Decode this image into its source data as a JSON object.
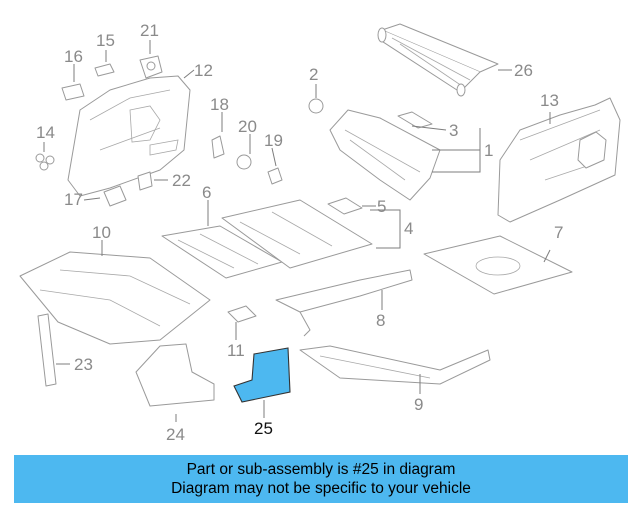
{
  "diagram": {
    "highlight_color": "#4db8f0",
    "callouts": [
      "1",
      "2",
      "3",
      "4",
      "5",
      "6",
      "7",
      "8",
      "9",
      "10",
      "11",
      "12",
      "13",
      "14",
      "15",
      "16",
      "17",
      "18",
      "19",
      "20",
      "21",
      "22",
      "23",
      "24",
      "25",
      "26"
    ],
    "highlighted": "25"
  },
  "banner": {
    "line1": "Part or sub-assembly is #25 in diagram",
    "line2": "Diagram may not be specific to your vehicle",
    "background": "#4db8f0"
  }
}
